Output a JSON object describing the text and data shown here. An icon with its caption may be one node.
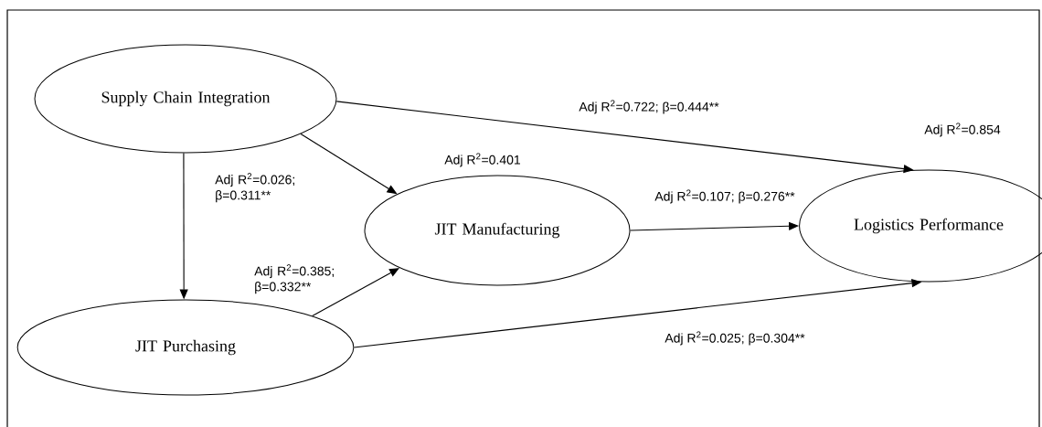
{
  "diagram": {
    "nodes": [
      {
        "text": [
          "Supply Chain Integration"
        ]
      },
      {
        "text": [
          "JIT Manufacturing"
        ],
        "beside": [
          "Adj R$^{2}$=0.401"
        ]
      },
      {
        "text": [
          "JIT Purchasing"
        ]
      },
      {
        "text": [
          "Logistics Performance"
        ],
        "beside": [
          "Adj R$^{2}$=0.854"
        ]
      }
    ],
    "edges": [
      {
        "from": 0,
        "to": 3,
        "arrow": "to",
        "label": "Adj R$^{2}$=0.722; β=0.444**"
      },
      {
        "from": 0,
        "to": 1,
        "arrow": "to"
      },
      {
        "from": 0,
        "to": 2,
        "arrow": "to",
        "label": "Adj R$^{2}$=0.026; β=0.311**"
      },
      {
        "from": 2,
        "to": 1,
        "arrow": "to",
        "label": "Adj R$^{2}$=0.385; β=0.332**"
      },
      {
        "from": 1,
        "to": 3,
        "arrow": "to",
        "label": "Adj R$^{2}$=0.107; β=0.276**"
      },
      {
        "from": 2,
        "to": 3,
        "arrow": "to",
        "label": "Adj R$^{2}$=0.025; β=0.304**"
      }
    ]
  }
}
